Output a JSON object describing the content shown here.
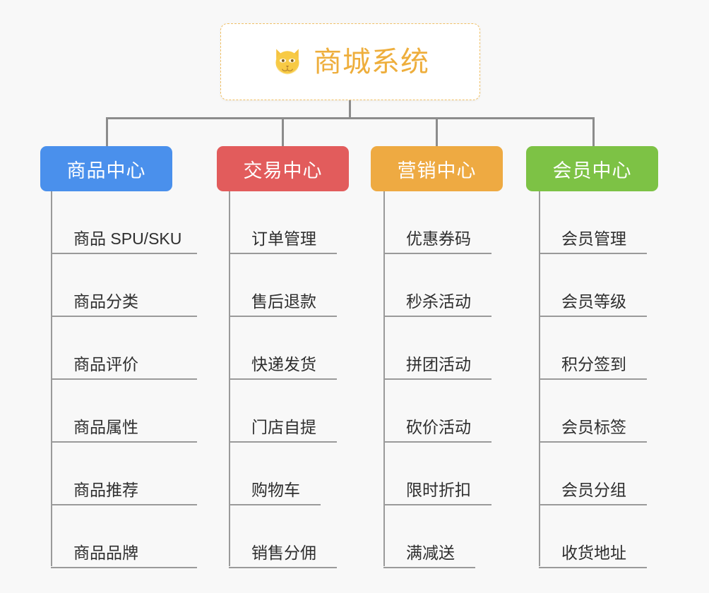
{
  "canvas": {
    "background": "#f8f8f8",
    "connector_color": "#8c8c8c",
    "leaf_line_color": "#9a9a9a"
  },
  "root": {
    "title": "商城系统",
    "icon": "dog-face-icon",
    "text_color": "#eeae3c",
    "border_color": "#f0c066",
    "background": "#ffffff"
  },
  "branches": [
    {
      "label": "商品中心",
      "color": "#4a90ec",
      "leaves": [
        {
          "label": "商品 SPU/SKU"
        },
        {
          "label": "商品分类"
        },
        {
          "label": "商品评价"
        },
        {
          "label": "商品属性"
        },
        {
          "label": "商品推荐"
        },
        {
          "label": "商品品牌"
        }
      ]
    },
    {
      "label": "交易中心",
      "color": "#e25c5c",
      "leaves": [
        {
          "label": "订单管理"
        },
        {
          "label": "售后退款"
        },
        {
          "label": "快递发货"
        },
        {
          "label": "门店自提"
        },
        {
          "label": "购物车"
        },
        {
          "label": "销售分佣"
        }
      ]
    },
    {
      "label": "营销中心",
      "color": "#eeaa42",
      "leaves": [
        {
          "label": "优惠券码"
        },
        {
          "label": "秒杀活动"
        },
        {
          "label": "拼团活动"
        },
        {
          "label": "砍价活动"
        },
        {
          "label": "限时折扣"
        },
        {
          "label": "满减送"
        }
      ]
    },
    {
      "label": "会员中心",
      "color": "#7dc245",
      "leaves": [
        {
          "label": "会员管理"
        },
        {
          "label": "会员等级"
        },
        {
          "label": "积分签到"
        },
        {
          "label": "会员标签"
        },
        {
          "label": "会员分组"
        },
        {
          "label": "收货地址"
        }
      ]
    }
  ]
}
